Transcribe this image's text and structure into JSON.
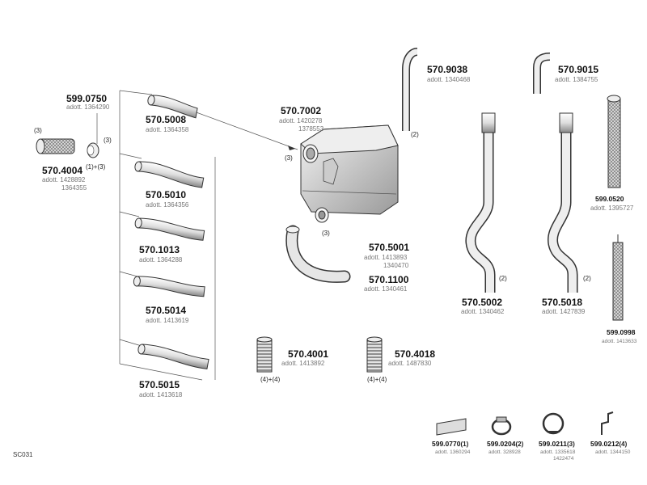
{
  "sheet_id": "SC031",
  "parts": {
    "p5990750": {
      "code": "599.0750",
      "ref": [
        "adott. 1364290"
      ]
    },
    "p5704004": {
      "code": "570.4004",
      "ref": [
        "adott. 1428892",
        "1364355"
      ]
    },
    "p5705008": {
      "code": "570.5008",
      "ref": [
        "adott. 1364358"
      ]
    },
    "p5705010": {
      "code": "570.5010",
      "ref": [
        "adott. 1364356"
      ]
    },
    "p5701013": {
      "code": "570.1013",
      "ref": [
        "adott. 1364288"
      ]
    },
    "p5705014": {
      "code": "570.5014",
      "ref": [
        "adott. 1413619"
      ]
    },
    "p5705015": {
      "code": "570.5015",
      "ref": [
        "adott. 1413618"
      ]
    },
    "p5707002": {
      "code": "570.7002",
      "ref": [
        "adott. 1420278",
        "1378553"
      ]
    },
    "p5709038": {
      "code": "570.9038",
      "ref": [
        "adott. 1340468"
      ]
    },
    "p5709015": {
      "code": "570.9015",
      "ref": [
        "adott. 1384755"
      ]
    },
    "p5990520": {
      "code": "599.0520",
      "ref": [
        "adott. 1395727"
      ]
    },
    "p5705001": {
      "code": "570.5001",
      "ref": [
        "adott. 1413893",
        "1340470"
      ]
    },
    "p5701100": {
      "code": "570.1100",
      "ref": [
        "adott. 1340461"
      ]
    },
    "p5705002": {
      "code": "570.5002",
      "ref": [
        "adott. 1340462"
      ]
    },
    "p5705018": {
      "code": "570.5018",
      "ref": [
        "adott. 1427839"
      ]
    },
    "p5990998": {
      "code": "599.0998",
      "ref": [
        "adott. 1413633"
      ]
    },
    "p5704001": {
      "code": "570.4001",
      "ref": [
        "adott. 1413892"
      ]
    },
    "p5704018": {
      "code": "570.4018",
      "ref": [
        "adott. 1487830"
      ]
    },
    "p5990770": {
      "code": "599.0770",
      "qty": "(1)",
      "ref": [
        "adott. 1360294"
      ]
    },
    "p5990204": {
      "code": "599.0204",
      "qty": "(2)",
      "ref": [
        "adott. 328928"
      ]
    },
    "p5990211": {
      "code": "599.0211",
      "qty": "(3)",
      "ref": [
        "adott. 1335618",
        "1422474"
      ]
    },
    "p5990212": {
      "code": "599.0212",
      "qty": "(4)",
      "ref": [
        "adott. 1344150"
      ]
    }
  },
  "qty_marks": {
    "q3_left": "(3)",
    "q3_clamp": "(3)",
    "q13": "(1)+(3)",
    "q3_muffler": "(3)",
    "q3_bottom": "(3)",
    "q2_9038": "(2)",
    "q2_5002": "(2)",
    "q2_5018": "(2)",
    "q44_a": "(4)+(4)",
    "q44_b": "(4)+(4)"
  }
}
